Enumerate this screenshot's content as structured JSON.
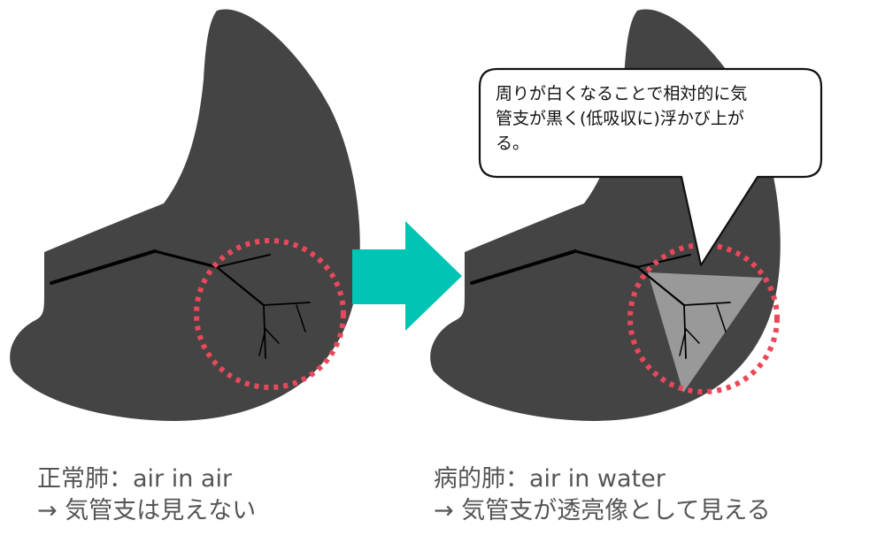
{
  "callout": {
    "lines": [
      "周りが白くなることで相対的に気",
      "管支が黒く(低吸収に)浮かび上が",
      "る。"
    ]
  },
  "left_panel": {
    "caption_line1": "正常肺：air in air",
    "caption_line2": "→ 気管支は見えない"
  },
  "right_panel": {
    "caption_line1": "病的肺：air in water",
    "caption_line2": "→ 気管支が透亮像として見える"
  },
  "colors": {
    "lung": "#444444",
    "arrow": "#00c4b4",
    "dotted_circle": "#e8485a",
    "consolidation": "#999999",
    "bronchus": "#000000"
  }
}
